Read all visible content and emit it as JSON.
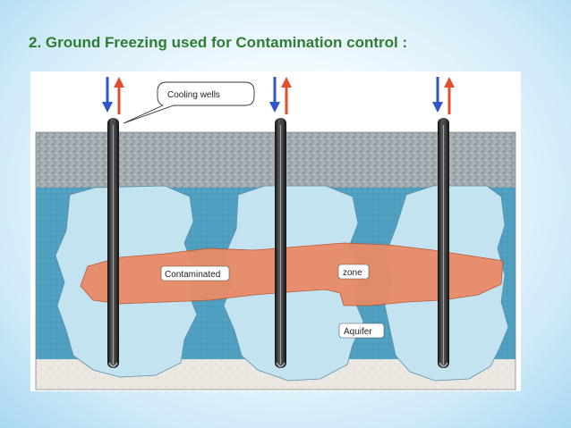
{
  "slide": {
    "title": "2. Ground Freezing used for Contamination control :"
  },
  "diagram": {
    "labels": {
      "cooling_wells": "Cooling wells",
      "contaminated": "Contaminated",
      "zone": "zone",
      "aquifer": "Aquifer"
    },
    "colors": {
      "title": "#2e7d32",
      "surface_layer": "#9aa3a8",
      "aquifer_water": "#4aa0c2",
      "frozen_ground": "#c4e3f1",
      "contaminant": "#e88a66",
      "bedrock": "#e8e4df",
      "pipe": "#333333",
      "arrow_down": "#2f55c8",
      "arrow_up": "#e0502c"
    },
    "wells": [
      "well-left",
      "well-center",
      "well-right"
    ]
  }
}
